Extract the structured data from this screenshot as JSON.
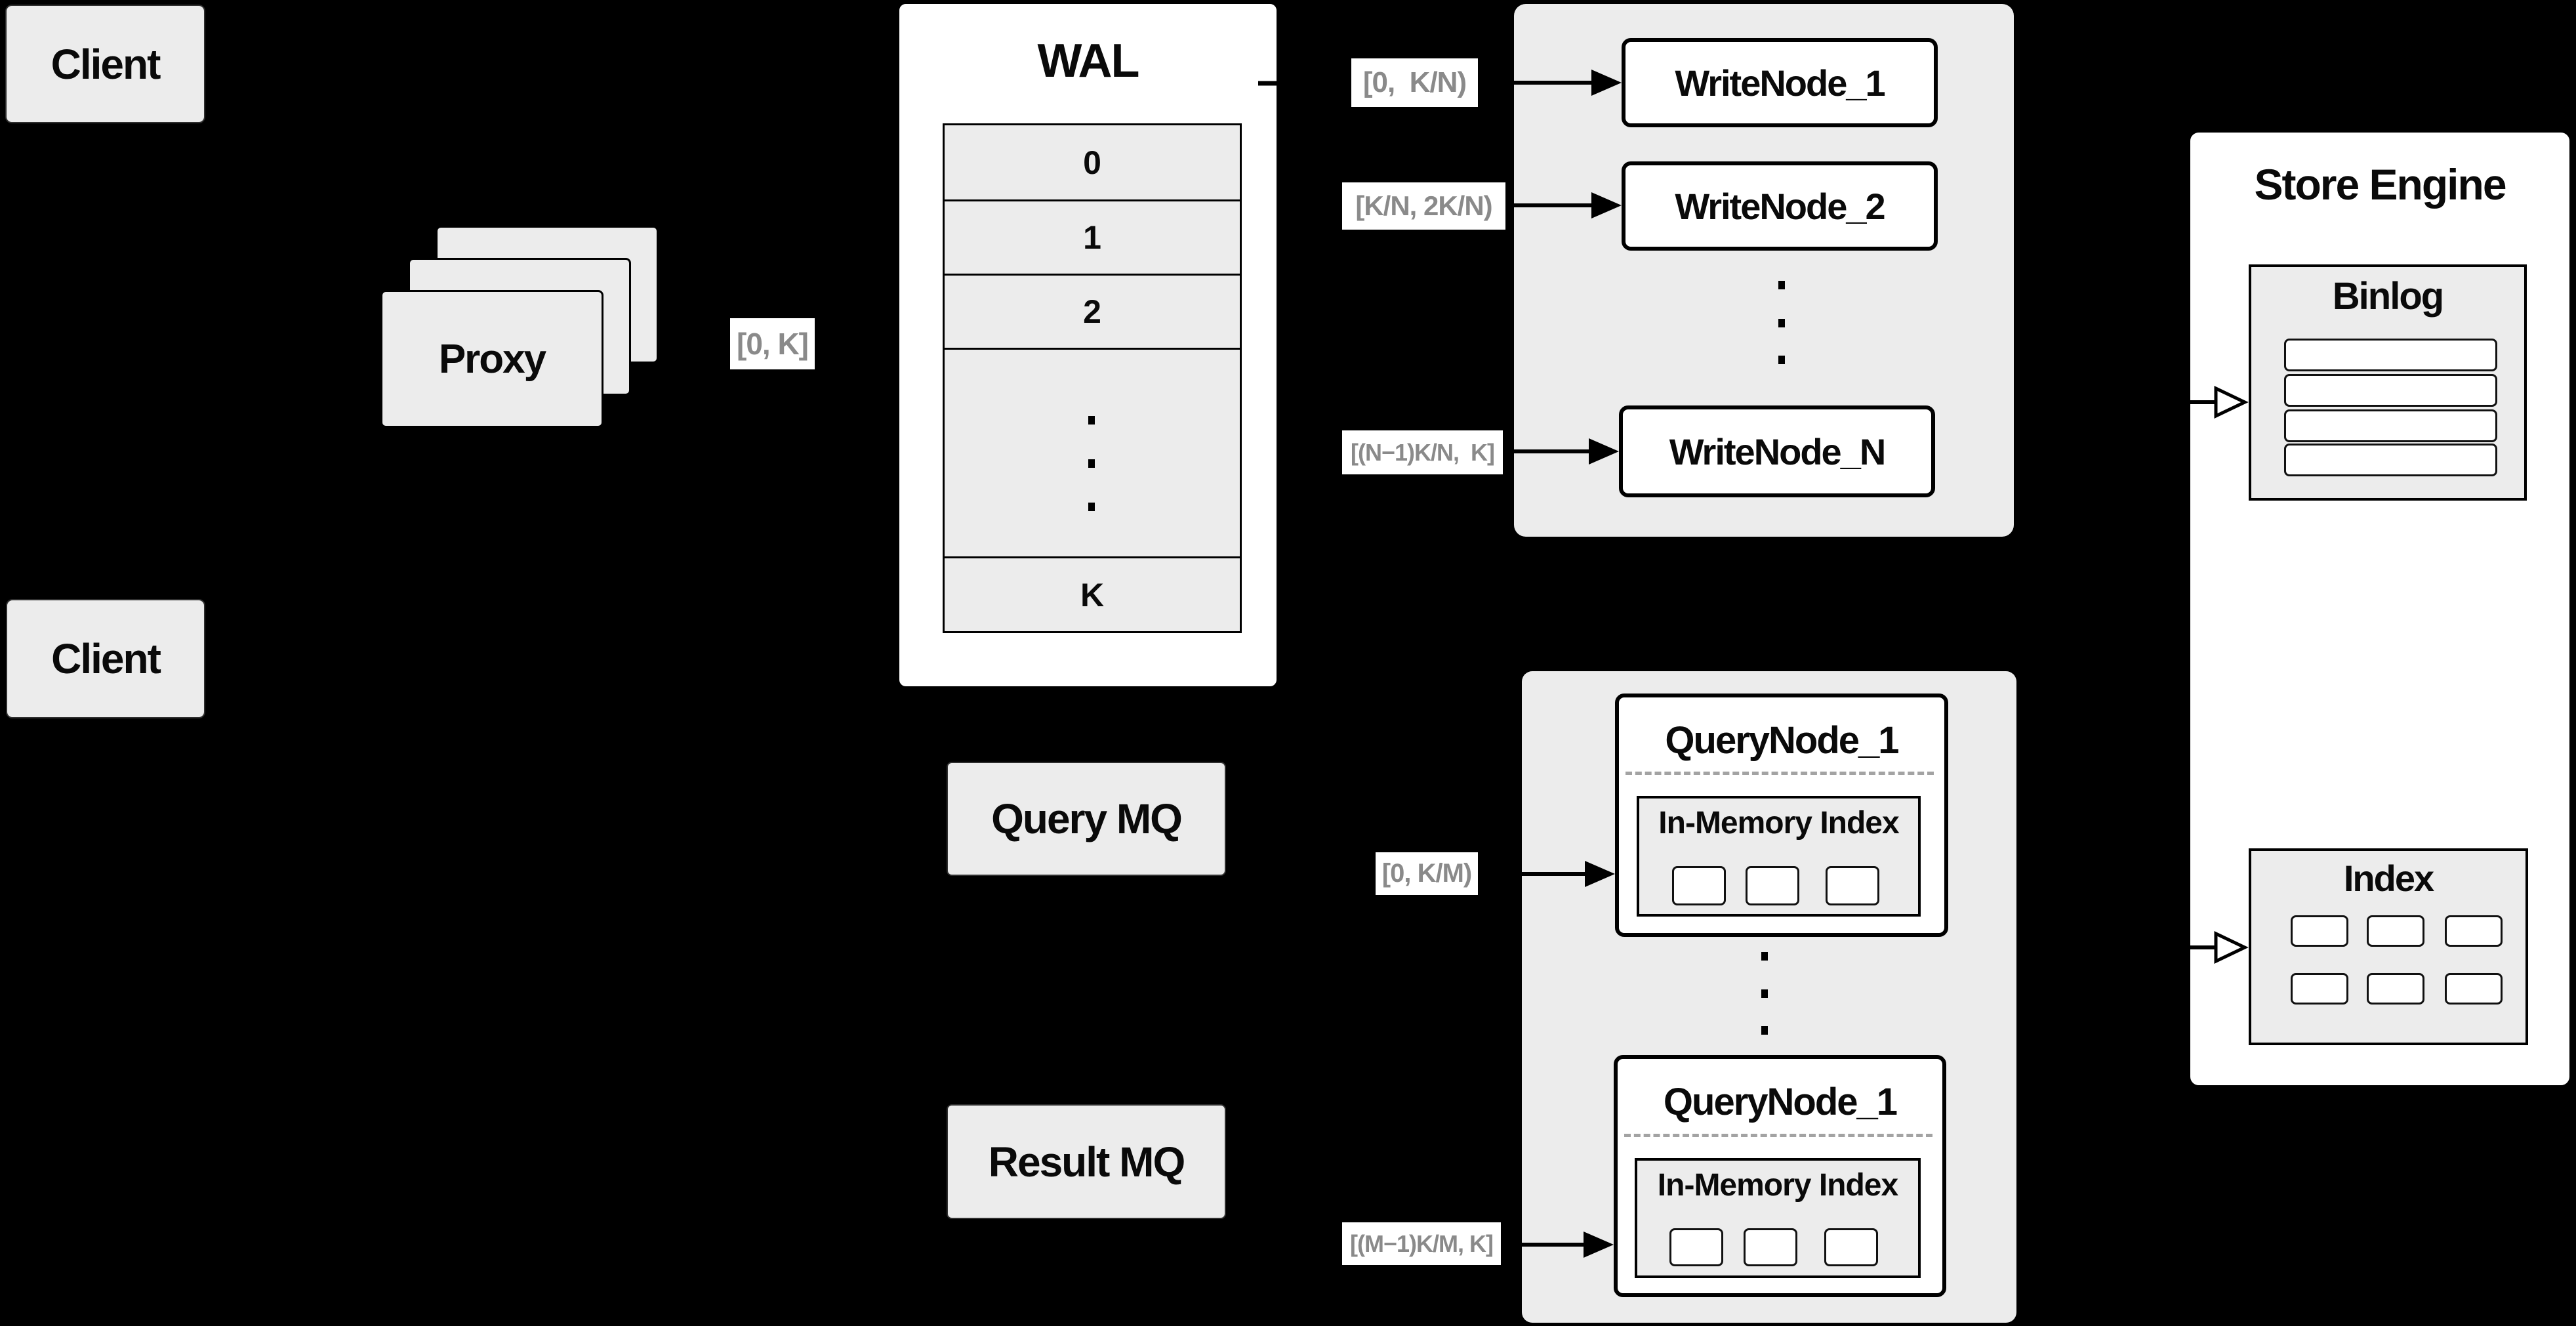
{
  "colors": {
    "background": "#000000",
    "box_fill": "#ececec",
    "panel_white": "#ffffff",
    "stroke": "#000000",
    "range_label_text": "#8a8a8a",
    "dashed_separator": "#a3a3a3"
  },
  "clients": [
    {
      "label": "Client"
    },
    {
      "label": "Client"
    }
  ],
  "proxy": {
    "label": "Proxy",
    "range_label": "[0, K]"
  },
  "wal": {
    "title": "WAL",
    "cells": [
      "0",
      "1",
      "2"
    ],
    "last_cell": "K"
  },
  "write": {
    "labels": [
      "[0,  K/N)",
      "[K/N, 2K/N)",
      "[(N−1)K/N,  K]"
    ],
    "nodes": [
      "WriteNode_1",
      "WriteNode_2",
      "WriteNode_N"
    ]
  },
  "store_engine": {
    "title": "Store Engine",
    "binlog_title": "Binlog",
    "binlog_rows": 4,
    "index_title": "Index",
    "index_cells": 6
  },
  "mq": {
    "query": "Query MQ",
    "result": "Result MQ"
  },
  "query": {
    "labels": [
      "[0, K/M)",
      "[(M−1)K/M, K]"
    ],
    "nodes": [
      {
        "title": "QueryNode_1",
        "inner_title": "In-Memory Index"
      },
      {
        "title": "QueryNode_1",
        "inner_title": "In-Memory Index"
      }
    ]
  }
}
